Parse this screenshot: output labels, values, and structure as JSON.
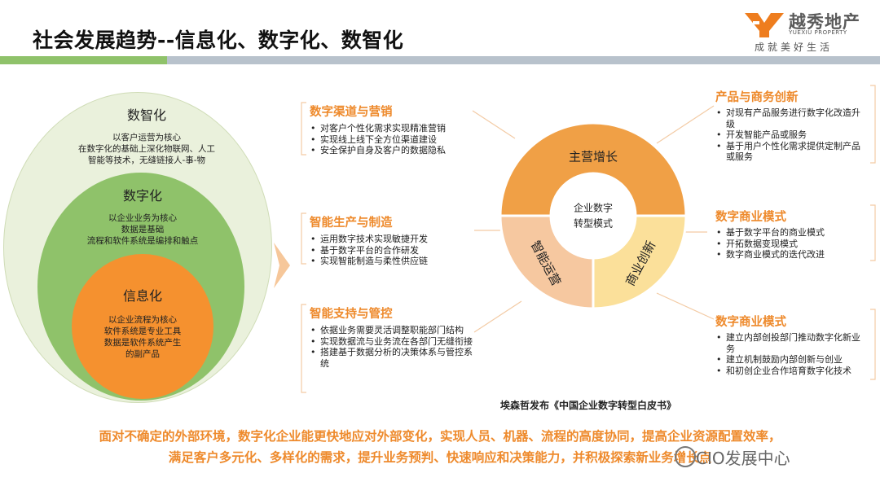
{
  "header": {
    "title": "社会发展趋势--信息化、数字化、数智化",
    "logo_brand": "越秀地产",
    "logo_en": "YUEXIU PROPERTY",
    "logo_slogan": "成就美好生活"
  },
  "circles": {
    "outer": {
      "title": "数智化",
      "lines": [
        "以客户运营为核心",
        "在数字化的基础上深化物联网、人工",
        "智能等技术，无缝链接人-事-物"
      ]
    },
    "middle": {
      "title": "数字化",
      "lines": [
        "以企业业务为核心",
        "数据是基础",
        "流程和软件系统是编排和触点"
      ]
    },
    "inner": {
      "title": "信息化",
      "lines": [
        "以企业流程为核心",
        "软件系统是专业工具",
        "数据是软件系统产生",
        "的副产品"
      ]
    }
  },
  "left_sections": [
    {
      "title": "数字渠道与营销",
      "items": [
        "对客户个性化需求实现精准营销",
        "实现线上线下全方位渠道建设",
        "安全保护自身及客户的数据隐私"
      ]
    },
    {
      "title": "智能生产与制造",
      "items": [
        "运用数字技术实现敏捷开发",
        "基于数字平台的合作研发",
        "实现智能制造与柔性供应链"
      ]
    },
    {
      "title": "智能支持与管控",
      "items": [
        "依据业务需要灵活调整职能部门结构",
        "实现数据流与业务流在各部门无缝衔接",
        "搭建基于数据分析的决策体系与管控系统"
      ]
    }
  ],
  "right_sections": [
    {
      "title": "产品与商务创新",
      "items": [
        "对现有产品服务进行数字化改造升级",
        "开发智能产品或服务",
        "基于用户个性化需求提供定制产品或服务"
      ]
    },
    {
      "title": "数字商业模式",
      "items": [
        "基于数字平台的商业模式",
        "开拓数据变现模式",
        "数字商业模式的迭代改进"
      ]
    },
    {
      "title": "数字商业模式",
      "items": [
        "建立内部创投部门推动数字化新业务",
        "建立机制鼓励内部创新与创业",
        "和初创企业合作培育数字化技术"
      ]
    }
  ],
  "ring": {
    "center_line1": "企业数字",
    "center_line2": "转型模式",
    "top": "主营增长",
    "left": "智能运营",
    "right": "商业创新",
    "colors": {
      "top": "#f0a046",
      "left": "#f6c8a0",
      "right": "#fbe09a"
    }
  },
  "source": "埃森哲发布《中国企业数字转型白皮书》",
  "bottom": {
    "line1": "面对不确定的外部环境，数字化企业能更快地应对外部变化，实现人员、机器、流程的高度协同，提高企业资源配置效率，",
    "line2": "满足客户多元化、多样化的需求，提升业务预判、快速响应和决策能力，并积极探索新业务增长点"
  },
  "watermark": "CIO发展中心",
  "colors": {
    "accent": "#ee8a2c",
    "outer": "#eaf1dc",
    "middle": "#8fc26a",
    "inner": "#f5912f"
  }
}
